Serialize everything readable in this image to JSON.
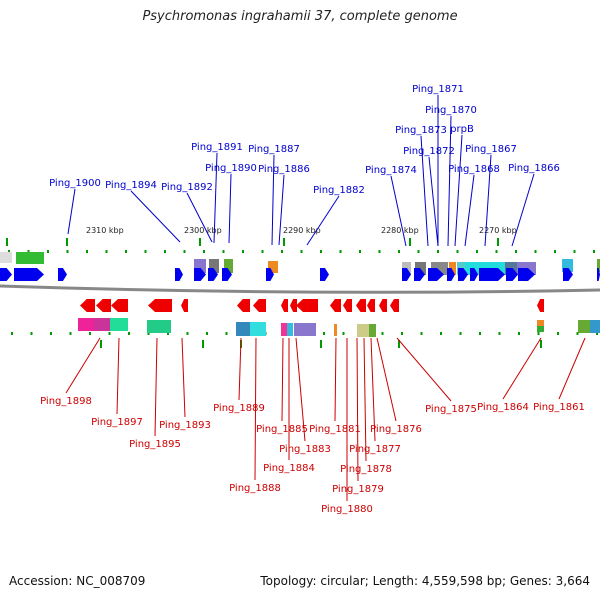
{
  "header": {
    "title": "Psychromonas ingrahamii 37, complete genome"
  },
  "footer": {
    "accession": "Accession: NC_008709",
    "summary": "Topology: circular; Length: 4,559,598 bp; Genes: 3,664"
  },
  "colors": {
    "forward_label": "#0000cc",
    "reverse_label": "#cc0000",
    "forward_arrow": "#0000ee",
    "reverse_arrow": "#ee0000",
    "backbone": "#888888",
    "tick": "#009900"
  },
  "scale": {
    "ticks": [
      "2310 kbp",
      "2300 kbp",
      "2290 kbp",
      "2280 kbp",
      "2270 kbp"
    ]
  },
  "forward_genes": [
    "Ping_1900",
    "Ping_1894",
    "Ping_1892",
    "Ping_1891",
    "Ping_1890",
    "Ping_1887",
    "Ping_1886",
    "Ping_1882",
    "Ping_1874",
    "Ping_1873",
    "Ping_1872",
    "Ping_1871",
    "Ping_1870",
    "prpB",
    "Ping_1868",
    "Ping_1867",
    "Ping_1866"
  ],
  "reverse_genes": [
    "Ping_1898",
    "Ping_1897",
    "Ping_1895",
    "Ping_1893",
    "Ping_1889",
    "Ping_1888",
    "Ping_1885",
    "Ping_1884",
    "Ping_1883",
    "Ping_1881",
    "Ping_1880",
    "Ping_1879",
    "Ping_1878",
    "Ping_1877",
    "Ping_1876",
    "Ping_1875",
    "Ping_1864",
    "Ping_1861"
  ]
}
